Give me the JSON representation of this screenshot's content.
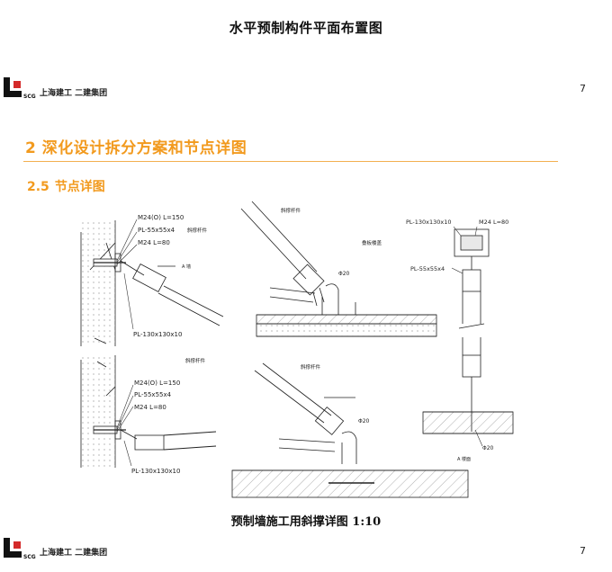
{
  "document": {
    "title": "水平预制构件平面布置图",
    "section_heading": "2 深化设计拆分方案和节点详图",
    "subsection_number": "2.5",
    "subsection_title": "节点详图",
    "caption": "预制墙施工用斜撑详图 1:10"
  },
  "header": {
    "company": "上海建工 二建集团",
    "page_number": "7",
    "logo_text": "SCG"
  },
  "footer": {
    "company": "上海建工 二建集团",
    "page_number": "7",
    "logo_text": "SCG"
  },
  "colors": {
    "accent": "#f29a1e",
    "logo_red": "#d42a2a",
    "logo_black": "#111111"
  },
  "drawing_labels": {
    "top_left": {
      "bolt": "M24(O) L=150",
      "plate_small": "PL-55x55x4",
      "bolt_short": "M24 L=80",
      "plate_large": "PL-130x130x10",
      "brace": "斜撑杆件",
      "wall_side": "A 墙"
    },
    "bottom_left": {
      "bolt": "M24(O) L=150",
      "plate_small": "PL-55x55x4",
      "bolt_short": "M24 L=80",
      "plate_large": "PL-130x130x10",
      "brace": "斜撑杆件"
    },
    "top_middle": {
      "brace": "斜撑杆件",
      "floor_plate": "叠板楼盖",
      "rebar": "Φ20"
    },
    "bottom_middle": {
      "brace": "斜撑杆件",
      "rebar": "Φ20"
    },
    "right": {
      "plate_large": "PL-130x130x10",
      "bolt_short": "M24 L=80",
      "plate_small": "PL-55x55x4",
      "rebar": "Φ20",
      "floor": "A 楼面"
    }
  }
}
